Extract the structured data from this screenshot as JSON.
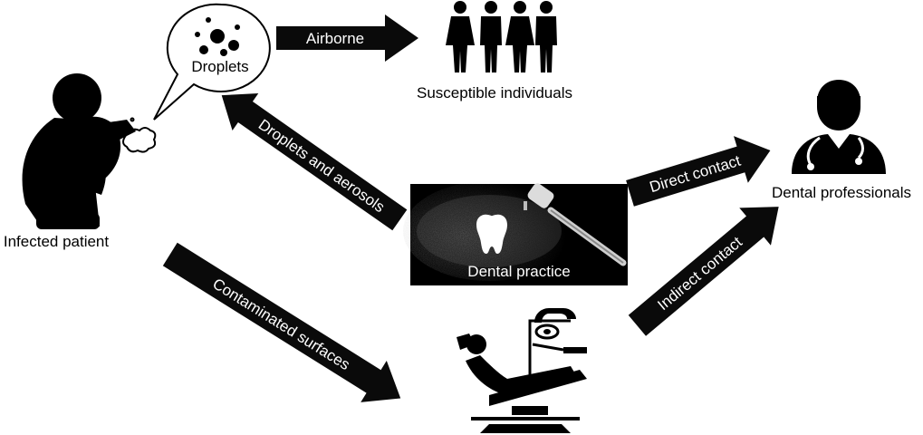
{
  "nodes": {
    "infected_patient": "Infected patient",
    "droplets": "Droplets",
    "susceptible_individuals": "Susceptible individuals",
    "dental_practice": "Dental practice",
    "dental_professionals": "Dental professionals"
  },
  "arrows": {
    "airborne": "Airborne",
    "droplets_aerosols": "Droplets and aerosols",
    "contaminated_surfaces": "Contaminated surfaces",
    "direct_contact": "Direct contact",
    "indirect_contact": "Indirect contact"
  },
  "colors": {
    "arrow_fill": "#0a0a0a",
    "icon_fill": "#000000",
    "panel_bg": "#000000",
    "text_on_dark": "#ffffff"
  },
  "icons": [
    "person-coughing-icon",
    "cough-cloud-icon",
    "droplets-bubble-icon",
    "people-group-icon",
    "dentist-icon",
    "tooth-icon",
    "dental-drill-icon",
    "dental-chair-icon"
  ]
}
